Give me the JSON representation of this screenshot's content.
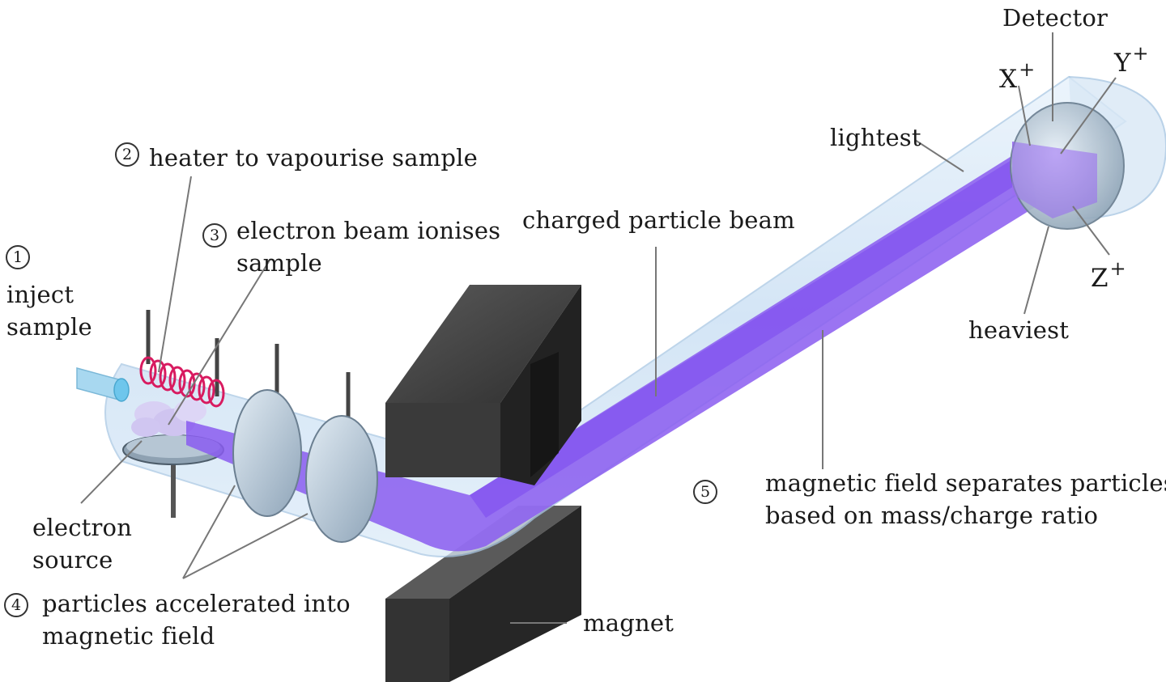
{
  "labels": {
    "step1": "1",
    "inject_line1": "inject",
    "inject_line2": "sample",
    "step2": "2",
    "heater": "heater to vapourise sample",
    "step3": "3",
    "electron_beam_line1": "electron beam ionises",
    "electron_beam_line2": "sample",
    "electron_source_line1": "electron",
    "electron_source_line2": "source",
    "step4": "4",
    "accelerated_line1": "particles accelerated into",
    "accelerated_line2": "magnetic field",
    "charged_beam": "charged particle beam",
    "step5": "5",
    "separates_line1": "magnetic field separates particles",
    "separates_line2": "based on mass/charge ratio",
    "magnet": "magnet",
    "lightest": "lightest",
    "heaviest": "heaviest",
    "detector": "Detector",
    "ion_x": "X",
    "ion_y": "Y",
    "ion_z": "Z",
    "plus": "+"
  },
  "colors": {
    "tube": "#cfe3f6",
    "beam": "#8a5cf0",
    "magnet": "#3b3b3b",
    "heater_coil": "#d81b60",
    "plates": "#b7c9d8"
  }
}
